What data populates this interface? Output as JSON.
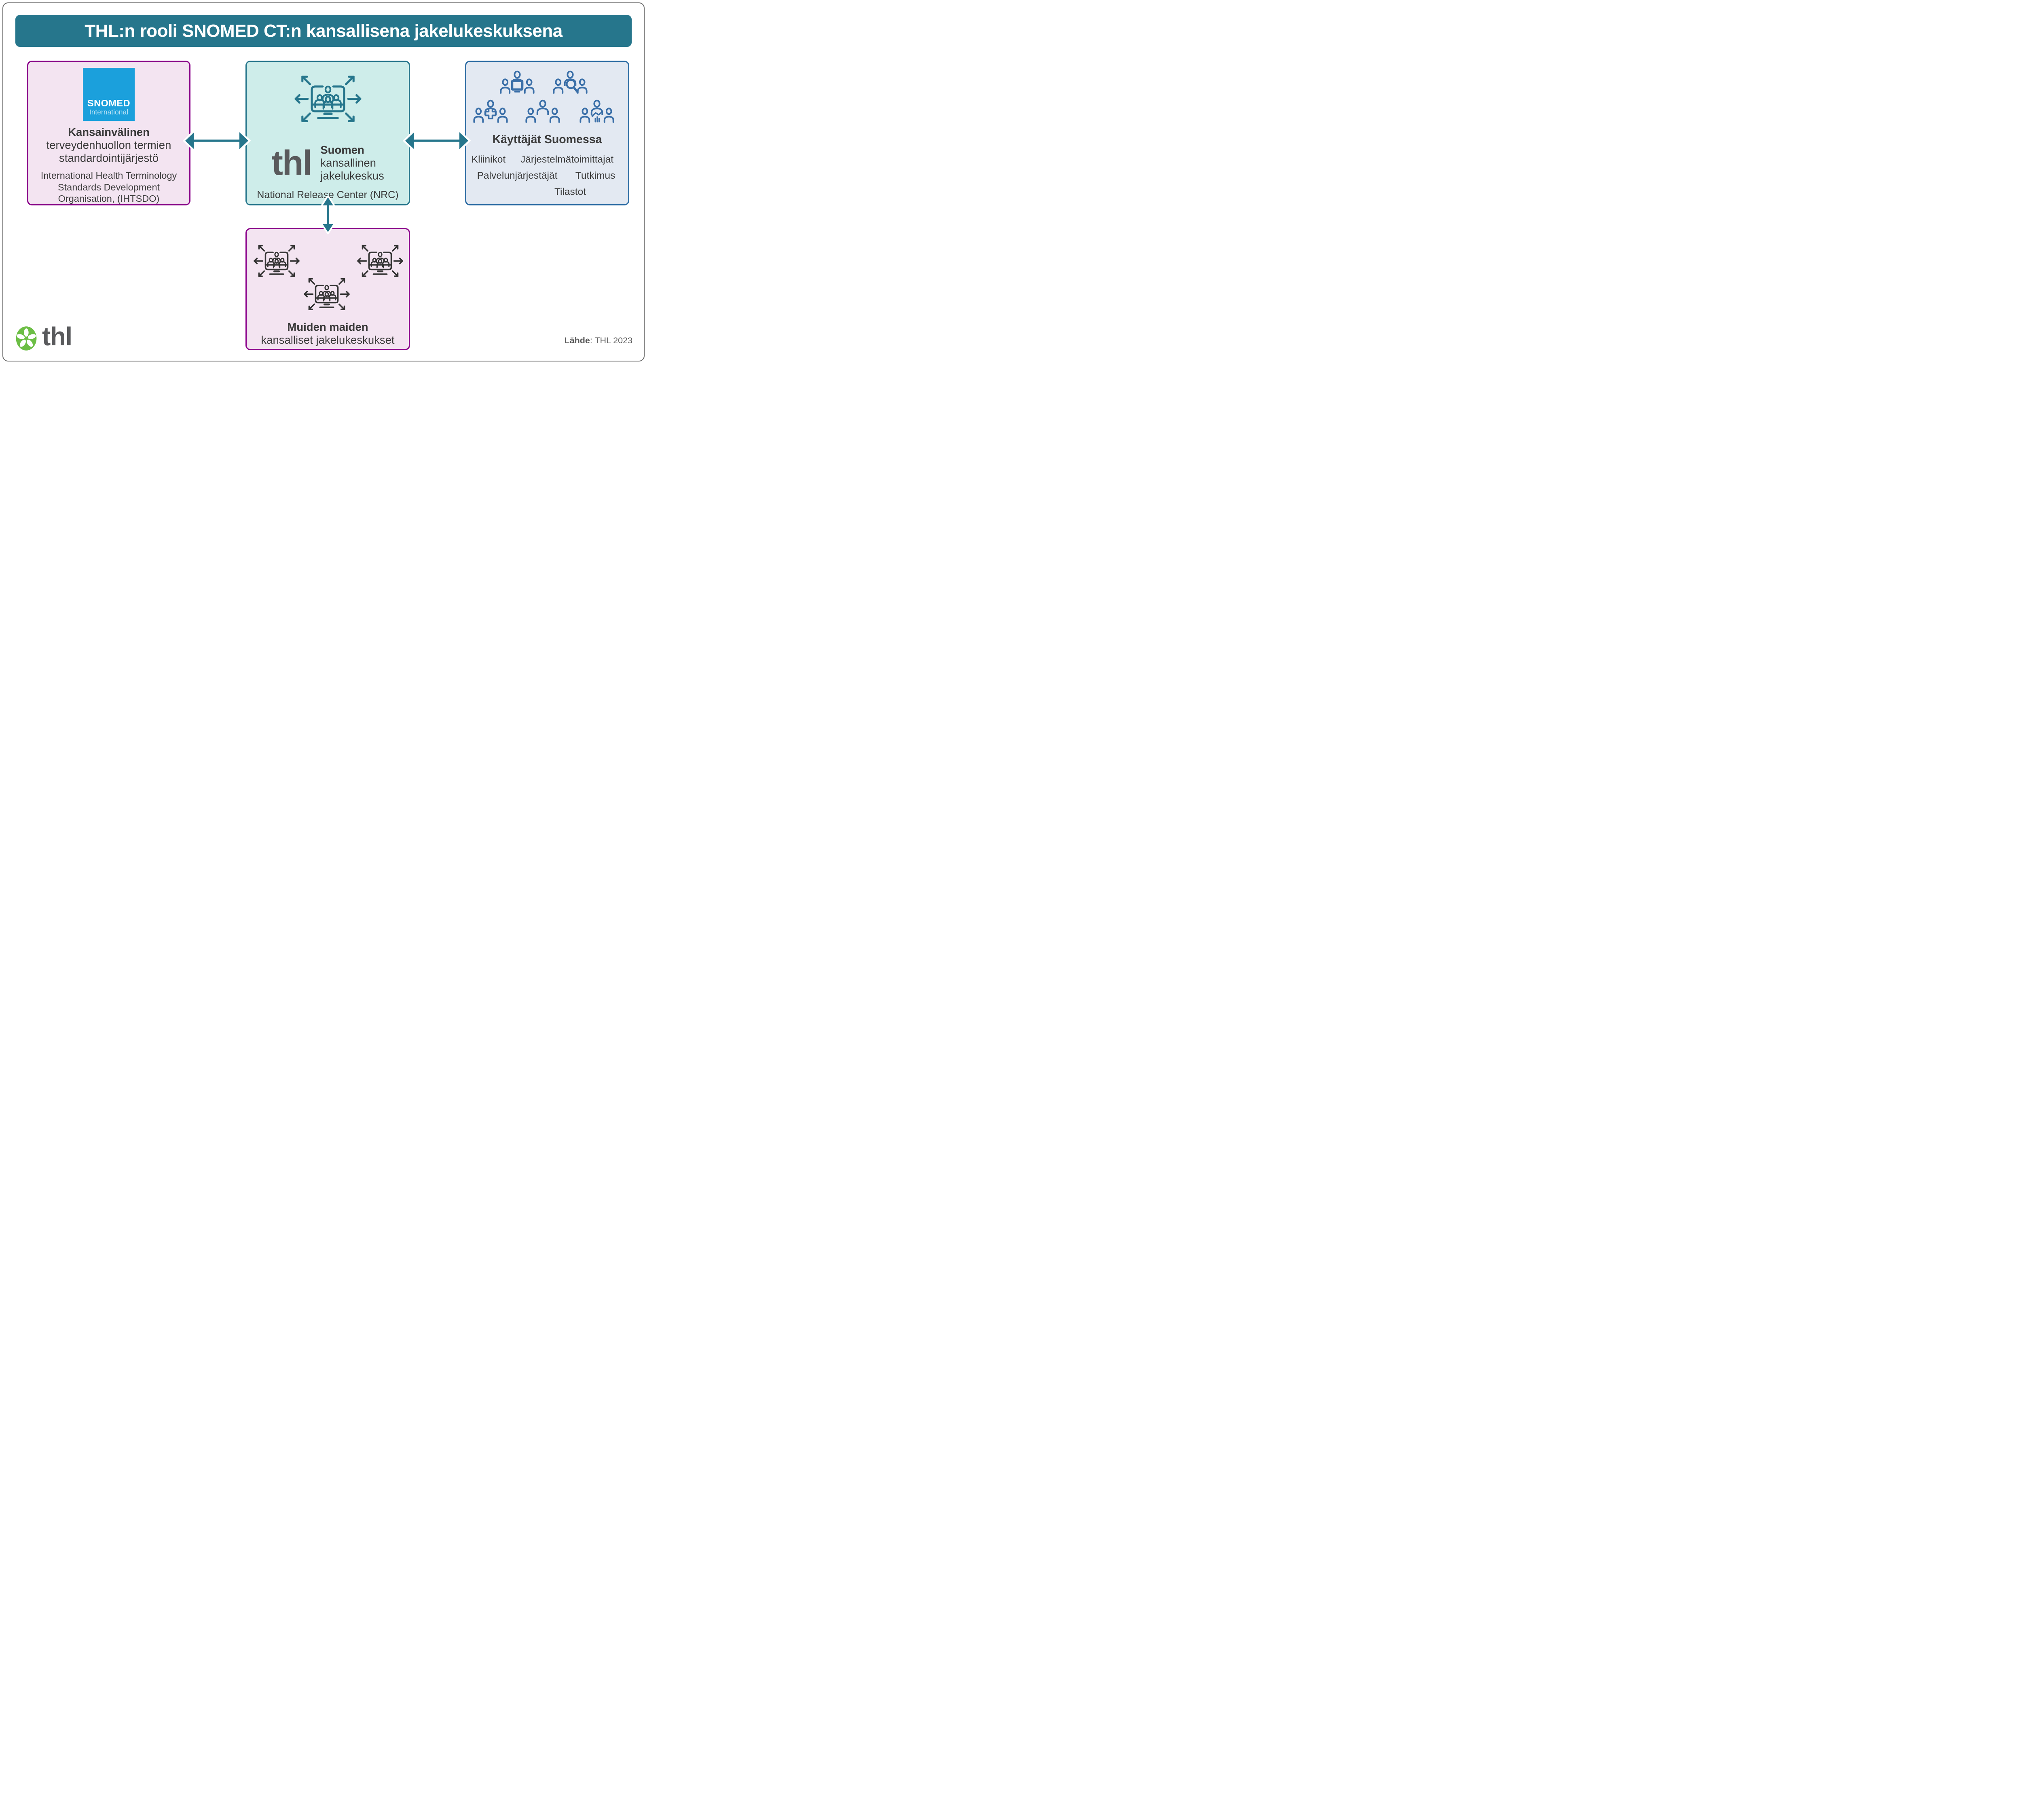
{
  "title": {
    "text": "THL:n rooli SNOMED CT:n kansallisena jakelukeskuksena"
  },
  "left_box": {
    "logo_top": "SNOMED",
    "logo_bottom": "International",
    "heading": "Kansainvälinen",
    "line2": "terveydenhuollon termien",
    "line3": "standardointijärjestö",
    "alt1": "International Health Terminology",
    "alt2": "Standards Development",
    "alt3": "Organisation, (IHTSDO)"
  },
  "center_box": {
    "logo_text": "thl",
    "heading": "Suomen",
    "line2": "kansallinen",
    "line3": "jakelukeskus",
    "subtitle": "National Release Center (NRC)"
  },
  "right_box": {
    "heading": "Käyttäjät Suomessa",
    "users": [
      "Kliinikot",
      "Järjestelmätoimittajat",
      "Palvelunjärjestäjät",
      "Tutkimus",
      "Tilastot"
    ]
  },
  "bottom_box": {
    "heading": "Muiden maiden",
    "line2": "kansalliset jakelukeskukset"
  },
  "footer": {
    "logo_text": "thl",
    "source_label": "Lähde",
    "source_value": ": THL 2023"
  },
  "colors": {
    "banner": "#26768C",
    "teal": "#26768C",
    "teal_fill": "#CEEDEA",
    "purple": "#8B028B",
    "pink_fill": "#F3E4F1",
    "blue_border": "#2E6DA4",
    "blue_fill": "#E3E9F2",
    "icon_blue": "#3A6FA8",
    "snomed_blue": "#1BA0DC",
    "snomed_sub": "#B9E2F6",
    "thl_green": "#6CBE45",
    "text_dark": "#3A3A3A",
    "gray_logo": "#595A5C",
    "icon_dark": "#333333",
    "source_text": "#595959"
  }
}
